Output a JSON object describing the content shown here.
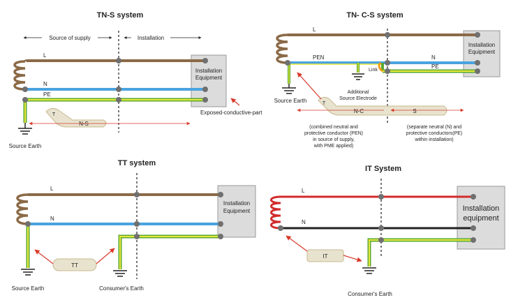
{
  "colors": {
    "line_brown": "#8b6a47",
    "neutral_blue": "#4aa3df",
    "earth_yellow": "#e8e83a",
    "earth_green": "#5aa832",
    "red": "#d22b2b",
    "black": "#222222",
    "box_fill": "#dcdcdc",
    "box_stroke": "#999999",
    "node": "#707070",
    "pill_fill": "#e8e3cf",
    "pill_stroke": "#c9b98f",
    "arrow_red": "#d93a2b",
    "dash": "#777777"
  },
  "tns": {
    "title": "TN-S system",
    "source_supply": "Source of supply",
    "installation": "Installation",
    "L": "L",
    "N": "N",
    "PE": "PE",
    "box_line1": "Installation",
    "box_line2": "Equipment",
    "exposed": "Exposed-conductive-part",
    "T": "T",
    "NS": "N-S",
    "source_earth": "Source Earth"
  },
  "tncs": {
    "title": "TN- C-S system",
    "L": "L",
    "PEN": "PEN",
    "N": "N",
    "PE": "PE",
    "link": "Link",
    "box_line1": "Installation",
    "box_line2": "Equipment",
    "additional1": "Additional",
    "additional2": "Source Electrode",
    "source_earth": "Source Earth",
    "T": "T",
    "NC": "N-C",
    "S": "S",
    "cap_left": [
      "(combined neutral and",
      "protective conductor (PEN)",
      "in source of supply,",
      "with PME applied)"
    ],
    "cap_right": [
      "(separate neutral (N) and",
      "protective conductors(PE)",
      "within installation)"
    ]
  },
  "tt": {
    "title": "TT system",
    "L": "L",
    "N": "N",
    "box_line1": "Installation",
    "box_line2": "Equipment",
    "TT": "TT",
    "source_earth": "Source Earth",
    "consumer_earth": "Consumer's Earth"
  },
  "it": {
    "title": "IT System",
    "L": "L",
    "N": "N",
    "box_line1": "Installation",
    "box_line2": "equipment",
    "IT": "IT",
    "consumer_earth": "Consumer's Earth"
  }
}
